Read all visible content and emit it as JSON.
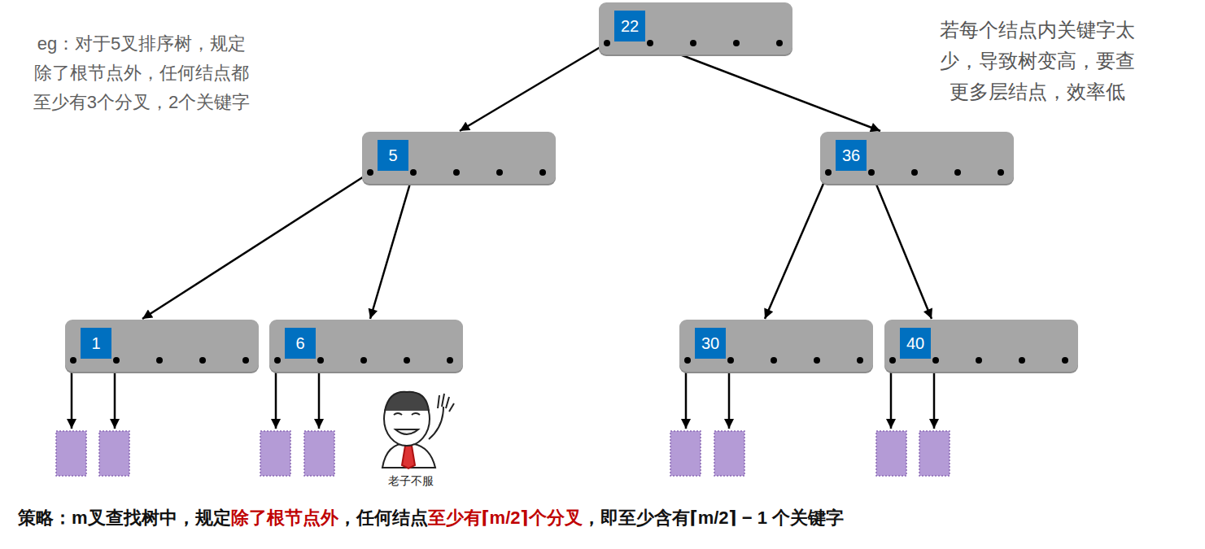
{
  "diagram": {
    "nodes": [
      {
        "text": [
          "22"
        ]
      },
      {
        "text": [
          "5"
        ]
      },
      {
        "text": [
          "36"
        ]
      },
      {
        "text": [
          "1"
        ]
      },
      {
        "text": [
          "6"
        ]
      },
      {
        "text": [
          "30"
        ]
      },
      {
        "text": [
          "40"
        ]
      }
    ],
    "edges": [
      {
        "from": 0,
        "to": 1,
        "arrow": "to"
      },
      {
        "from": 0,
        "to": 2,
        "arrow": "to"
      },
      {
        "from": 1,
        "to": 3,
        "arrow": "to"
      },
      {
        "from": 1,
        "to": 4,
        "arrow": "to"
      },
      {
        "from": 2,
        "to": 5,
        "arrow": "to"
      },
      {
        "from": 2,
        "to": 6,
        "arrow": "to"
      }
    ],
    "labels": [
      "eg：对于5叉排序树，规定除了根节点外，任何结点都至少有3个分叉，2个关键字",
      "若每个结点内关键字太少，导致树变高，要查更多层结点，效率低",
      "老子不服",
      "策略：m叉查找树中，规定",
      "除了根节点外",
      "，任何结点",
      "至少有⌈m/2⌉个分叉",
      "，即至少含有⌈m/2⌉ − 1 个关键字"
    ]
  }
}
